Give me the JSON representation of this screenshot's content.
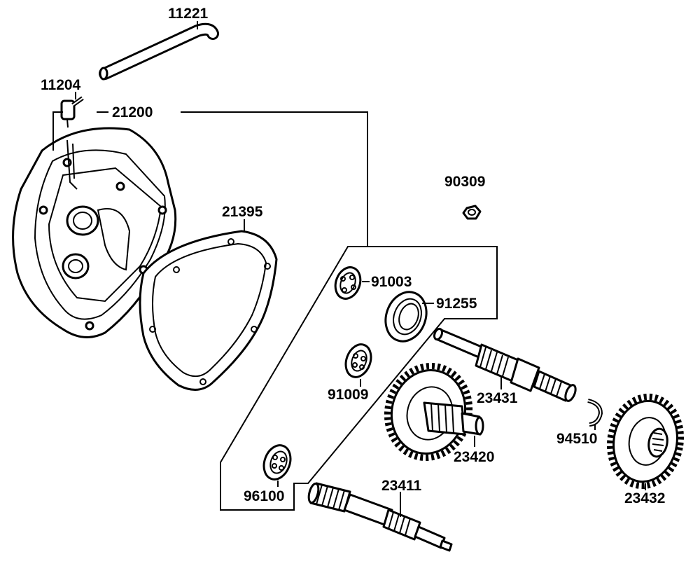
{
  "parts": [
    {
      "id": "p11221",
      "number": "11221"
    },
    {
      "id": "p11204",
      "number": "11204"
    },
    {
      "id": "p21200",
      "number": "21200"
    },
    {
      "id": "p21395",
      "number": "21395"
    },
    {
      "id": "p90309",
      "number": "90309"
    },
    {
      "id": "p91003",
      "number": "91003"
    },
    {
      "id": "p91255",
      "number": "91255"
    },
    {
      "id": "p91009",
      "number": "91009"
    },
    {
      "id": "p23431",
      "number": "23431"
    },
    {
      "id": "p23420",
      "number": "23420"
    },
    {
      "id": "p94510",
      "number": "94510"
    },
    {
      "id": "p23432",
      "number": "23432"
    },
    {
      "id": "p96100",
      "number": "96100"
    },
    {
      "id": "p23411",
      "number": "23411"
    }
  ]
}
